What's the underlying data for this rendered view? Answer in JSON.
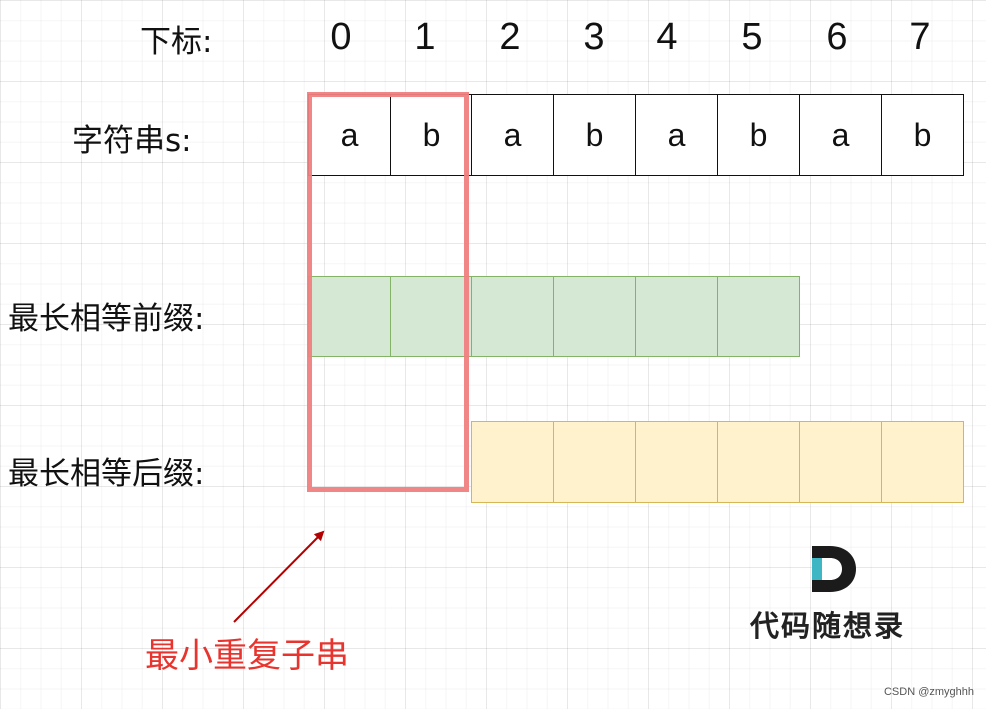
{
  "labels": {
    "index": "下标:",
    "string": "字符串s:",
    "prefix": "最长相等前缀:",
    "suffix": "最长相等后缀:",
    "min_repeat": "最小重复子串"
  },
  "indices": [
    "0",
    "1",
    "2",
    "3",
    "4",
    "5",
    "6",
    "7"
  ],
  "string_chars": [
    "a",
    "b",
    "a",
    "b",
    "a",
    "b",
    "a",
    "b"
  ],
  "prefix_span": {
    "start": 0,
    "end": 5
  },
  "suffix_span": {
    "start": 2,
    "end": 7
  },
  "logo": {
    "text": "代码随想录",
    "letter": "D"
  },
  "watermark": "CSDN @zmyghhh",
  "colors": {
    "prefix_fill": "#d5e8d4",
    "prefix_border": "#82b366",
    "suffix_fill": "#fff2cc",
    "suffix_border": "#d6b656",
    "highlight_box": "#f08080",
    "annotation_text": "#e8342e",
    "arrow": "#b30000"
  }
}
